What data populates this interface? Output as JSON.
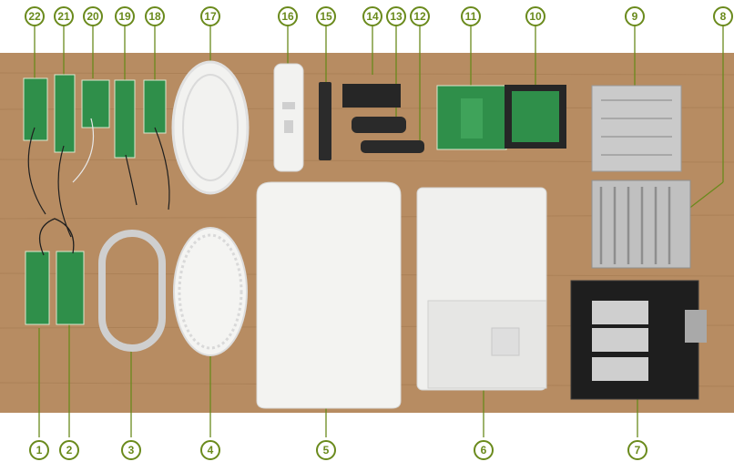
{
  "photo": {
    "colors": {
      "table": "#b78c62",
      "plastic": "#f1f1ef",
      "pcb": "#2f8f4a",
      "metal": "#c9c9c9",
      "badge": "#6a8a1c"
    }
  },
  "labels": [
    {
      "n": "1",
      "icon": "numbered-callout"
    },
    {
      "n": "2",
      "icon": "numbered-callout"
    },
    {
      "n": "3",
      "icon": "numbered-callout"
    },
    {
      "n": "4",
      "icon": "numbered-callout"
    },
    {
      "n": "5",
      "icon": "numbered-callout"
    },
    {
      "n": "6",
      "icon": "numbered-callout"
    },
    {
      "n": "7",
      "icon": "numbered-callout"
    },
    {
      "n": "8",
      "icon": "numbered-callout"
    },
    {
      "n": "9",
      "icon": "numbered-callout"
    },
    {
      "n": "10",
      "icon": "numbered-callout"
    },
    {
      "n": "11",
      "icon": "numbered-callout"
    },
    {
      "n": "12",
      "icon": "numbered-callout"
    },
    {
      "n": "13",
      "icon": "numbered-callout"
    },
    {
      "n": "14",
      "icon": "numbered-callout"
    },
    {
      "n": "15",
      "icon": "numbered-callout"
    },
    {
      "n": "16",
      "icon": "numbered-callout"
    },
    {
      "n": "17",
      "icon": "numbered-callout"
    },
    {
      "n": "18",
      "icon": "numbered-callout"
    },
    {
      "n": "19",
      "icon": "numbered-callout"
    },
    {
      "n": "20",
      "icon": "numbered-callout"
    },
    {
      "n": "21",
      "icon": "numbered-callout"
    },
    {
      "n": "22",
      "icon": "numbered-callout"
    }
  ]
}
